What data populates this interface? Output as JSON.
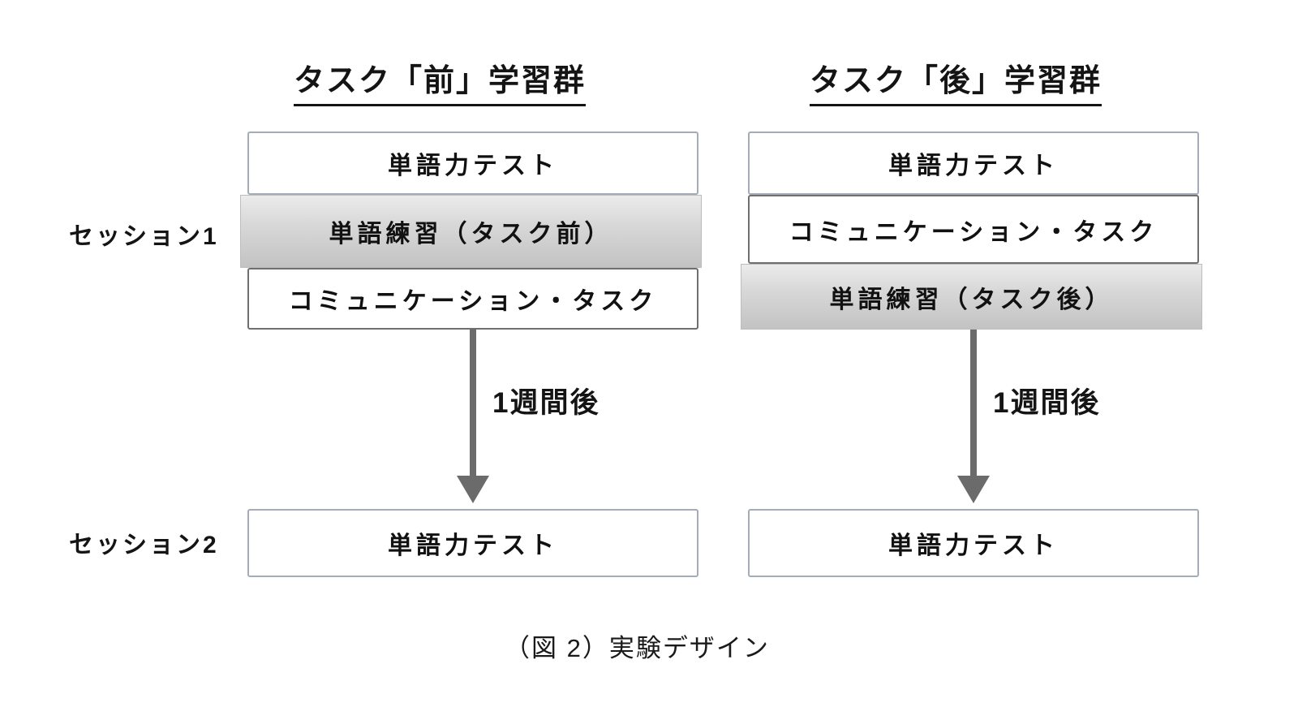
{
  "figure": {
    "caption": "（図 2）実験デザイン"
  },
  "session_labels": [
    {
      "label": "セッション1"
    },
    {
      "label": "セッション2"
    }
  ],
  "columns": [
    {
      "id": "task-before",
      "header": "タスク「前」学習群",
      "session1_boxes": [
        {
          "label": "単語力テスト",
          "style": "light"
        },
        {
          "label": "単語練習（タスク前）",
          "style": "gray"
        },
        {
          "label": "コミュニケーション・タスク",
          "style": "dark"
        }
      ],
      "arrow_label": "1週間後",
      "session2_box": {
        "label": "単語力テスト"
      }
    },
    {
      "id": "task-after",
      "header": "タスク「後」学習群",
      "session1_boxes": [
        {
          "label": "単語力テスト",
          "style": "light"
        },
        {
          "label": "コミュニケーション・タスク",
          "style": "dark"
        },
        {
          "label": "単語練習（タスク後）",
          "style": "gray"
        }
      ],
      "arrow_label": "1週間後",
      "session2_box": {
        "label": "単語力テスト"
      }
    }
  ],
  "colors": {
    "light_box_border": "#a3acb8",
    "dark_box_border": "#6f6f6f",
    "gray_box_gradient_top": "#ebebeb",
    "gray_box_gradient_bottom": "#c3c3c3",
    "arrow": "#6b6b6b",
    "text": "#111111"
  }
}
